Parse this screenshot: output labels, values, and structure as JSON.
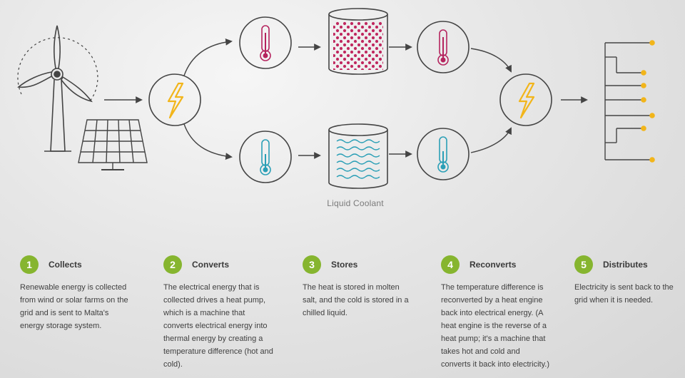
{
  "diagram": {
    "coolant_label": "Liquid Coolant"
  },
  "colors": {
    "accent_green": "#86b52f",
    "hot": "#b5245e",
    "cold": "#2a9fb6",
    "bolt": "#f2b51a",
    "grid_node": "#f2b51a",
    "line": "#444444"
  },
  "icons": {
    "source": [
      "wind-turbine-icon",
      "solar-panel-icon"
    ],
    "converter": "lightning-bolt-icon",
    "hot_reading": "thermometer-hot-icon",
    "cold_reading": "thermometer-cold-icon",
    "hot_store": "molten-salt-tank-icon",
    "cold_store": "coolant-tank-icon",
    "output": "power-grid-icon"
  },
  "steps": [
    {
      "number": "1",
      "title": "Collects",
      "text": "Renewable energy is collected from wind or solar farms on the grid and is sent to Malta's energy storage system."
    },
    {
      "number": "2",
      "title": "Converts",
      "text": "The electrical energy that is collected drives a heat pump, which is a machine that converts electrical energy into thermal energy by creating a temperature difference (hot and cold)."
    },
    {
      "number": "3",
      "title": "Stores",
      "text": "The heat is stored in molten salt, and the cold is stored in a chilled liquid."
    },
    {
      "number": "4",
      "title": "Reconverts",
      "text": "The temperature difference is reconverted by a heat engine back into electrical energy. (A heat engine is the reverse of a heat pump; it's a machine that takes hot and cold and converts it back into electricity.)"
    },
    {
      "number": "5",
      "title": "Distributes",
      "text": "Electricity is sent back to the grid when it is needed."
    }
  ]
}
